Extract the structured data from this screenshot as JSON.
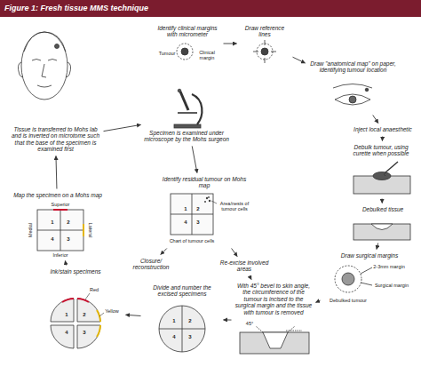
{
  "diagram": {
    "title": "Figure 1: Fresh tissue MMS technique",
    "nodes": [
      {
        "text": [
          "Identify clinical margins with micrometer"
        ]
      },
      {
        "text": [
          "Draw reference lines"
        ]
      },
      {
        "text": [
          "Draw \"anatomical map\" on paper, identifying tumour location"
        ]
      },
      {
        "text": [
          "Inject local anaesthetic"
        ]
      },
      {
        "text": [
          "Debulk tumour, using curette when possible"
        ]
      },
      {
        "text": [
          "Debulked tissue"
        ]
      },
      {
        "text": [
          "Draw surgical margins"
        ]
      },
      {
        "text": [
          "With 45° bevel to skin angle, the circumference of the tumour is incised to the surgical margin and the tissue with tumour is removed"
        ]
      },
      {
        "text": [
          "Divide and number the excised specimens"
        ]
      },
      {
        "text": [
          "Ink/stain specimens"
        ]
      },
      {
        "text": [
          "Map the specimen on a Mohs map"
        ]
      },
      {
        "text": [
          "Tissue is transferred to Mohs lab and is inverted on microtome such that the base of the specimen is examined first"
        ]
      },
      {
        "text": [
          "Specimen is examined under microscope by the Mohs surgeon"
        ]
      },
      {
        "text": [
          "Identify residual tumour on Mohs map"
        ]
      },
      {
        "text": [
          "Closure/ reconstruction"
        ]
      },
      {
        "text": [
          "Re-excise involved areas"
        ]
      }
    ],
    "edges": [
      {
        "from": 0,
        "to": 1,
        "arrow": "to"
      },
      {
        "from": 1,
        "to": 2,
        "arrow": "to"
      },
      {
        "from": 2,
        "to": 3,
        "arrow": "to"
      },
      {
        "from": 3,
        "to": 4,
        "arrow": "to"
      },
      {
        "from": 4,
        "to": 5,
        "arrow": "to"
      },
      {
        "from": 5,
        "to": 6,
        "arrow": "to"
      },
      {
        "from": 6,
        "to": 7,
        "arrow": "to"
      },
      {
        "from": 7,
        "to": 8,
        "arrow": "to"
      },
      {
        "from": 8,
        "to": 9,
        "arrow": "to"
      },
      {
        "from": 9,
        "to": 10,
        "arrow": "to"
      },
      {
        "from": 10,
        "to": 11,
        "arrow": "to"
      },
      {
        "from": 11,
        "to": 12,
        "arrow": "to"
      },
      {
        "from": 12,
        "to": 13,
        "arrow": "to"
      },
      {
        "from": 13,
        "to": 14,
        "arrow": "to"
      },
      {
        "from": 13,
        "to": 15,
        "arrow": "to"
      },
      {
        "from": 15,
        "to": 7,
        "arrow": "to"
      }
    ],
    "labels": [
      "Tumour",
      "Clinical margin",
      "2-3mm margin",
      "Debulked tumour",
      "Surgical margin",
      "45°",
      "1",
      "2",
      "3",
      "4",
      "Red",
      "Yellow",
      "1",
      "2",
      "3",
      "4",
      "Superior",
      "Inferior",
      "Medial",
      "Lateral",
      "1",
      "2",
      "3",
      "4",
      "1",
      "2",
      "3",
      "4",
      "Area/nests of tumour cells",
      "Chart of tumour cells"
    ]
  }
}
